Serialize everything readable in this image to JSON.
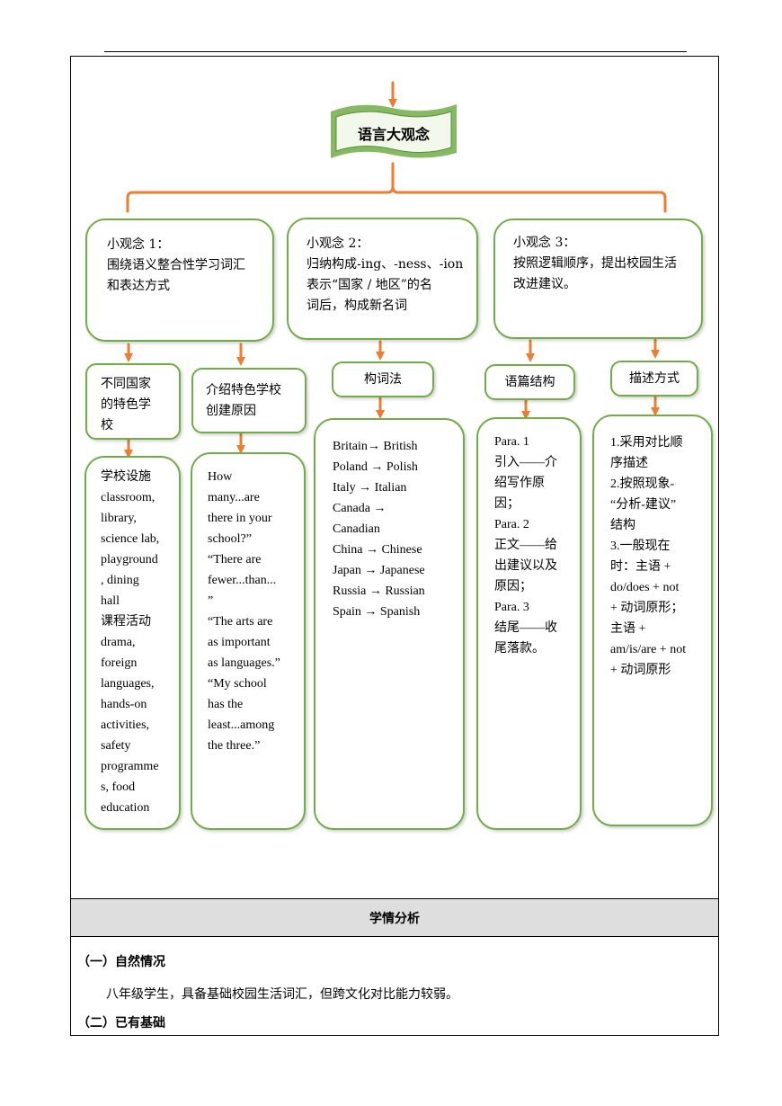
{
  "title": "语言大观念",
  "ideas": [
    {
      "label": "小观念 1：",
      "text": "围绕语义整合性学习词汇\n和表达方式"
    },
    {
      "label": "小观念 2：",
      "text": "归纳构成-ing、-ness、-ion\n表示“国家 / 地区”的名\n词后，构成新名词"
    },
    {
      "label": "小观念 3：",
      "text": "按照逻辑顺序，提出校园生活\n改进建议。"
    }
  ],
  "topics": [
    {
      "label": "不同国家\n的特色学\n校"
    },
    {
      "label": "介绍特色学校\n创建原因"
    },
    {
      "label": "构词法"
    },
    {
      "label": "语篇结构"
    },
    {
      "label": "描述方式"
    }
  ],
  "details": [
    {
      "text": "学校设施\nclassroom,\nlibrary,\nscience lab,\nplayground\n, dining\nhall\n课程活动\ndrama,\nforeign\nlanguages,\nhands-on\nactivities,\nsafety\nprogramme\ns, food\neducation"
    },
    {
      "text": "How\nmany...are\nthere in your\nschool?”\n“There are\nfewer...than...\n”\n“The arts are\nas important\nas languages.”\n“My school\nhas the\nleast...among\nthe three.”"
    },
    {
      "text": "Britain→  British\nPoland  →  Polish\nItaly  →  Italian\nCanada  →\nCanadian\nChina  →  Chinese\nJapan  →  Japanese\nRussia  →  Russian\nSpain  →  Spanish"
    },
    {
      "text": "Para. 1\n引入——介\n绍写作原\n因；\nPara. 2\n正文——给\n出建议以及\n原因；\nPara. 3\n结尾——收\n尾落款。"
    },
    {
      "text": "1.采用对比顺\n序描述\n2.按照现象-\n“分析-建议”\n结构\n3.一般现在\n时：主语  +\ndo/does + not\n+  动词原形；\n主语  +\nam/is/are + not\n+  动词原形"
    }
  ],
  "section": {
    "title": "学情分析",
    "sub1": "（一）自然情况",
    "para1": "八年级学生，具备基础校园生活词汇，但跨文化对比能力较弱。",
    "sub2": "（二）已有基础"
  },
  "colors": {
    "border": "#70ad47",
    "arrow": "#ed7d31",
    "banner": "#70ad47"
  }
}
